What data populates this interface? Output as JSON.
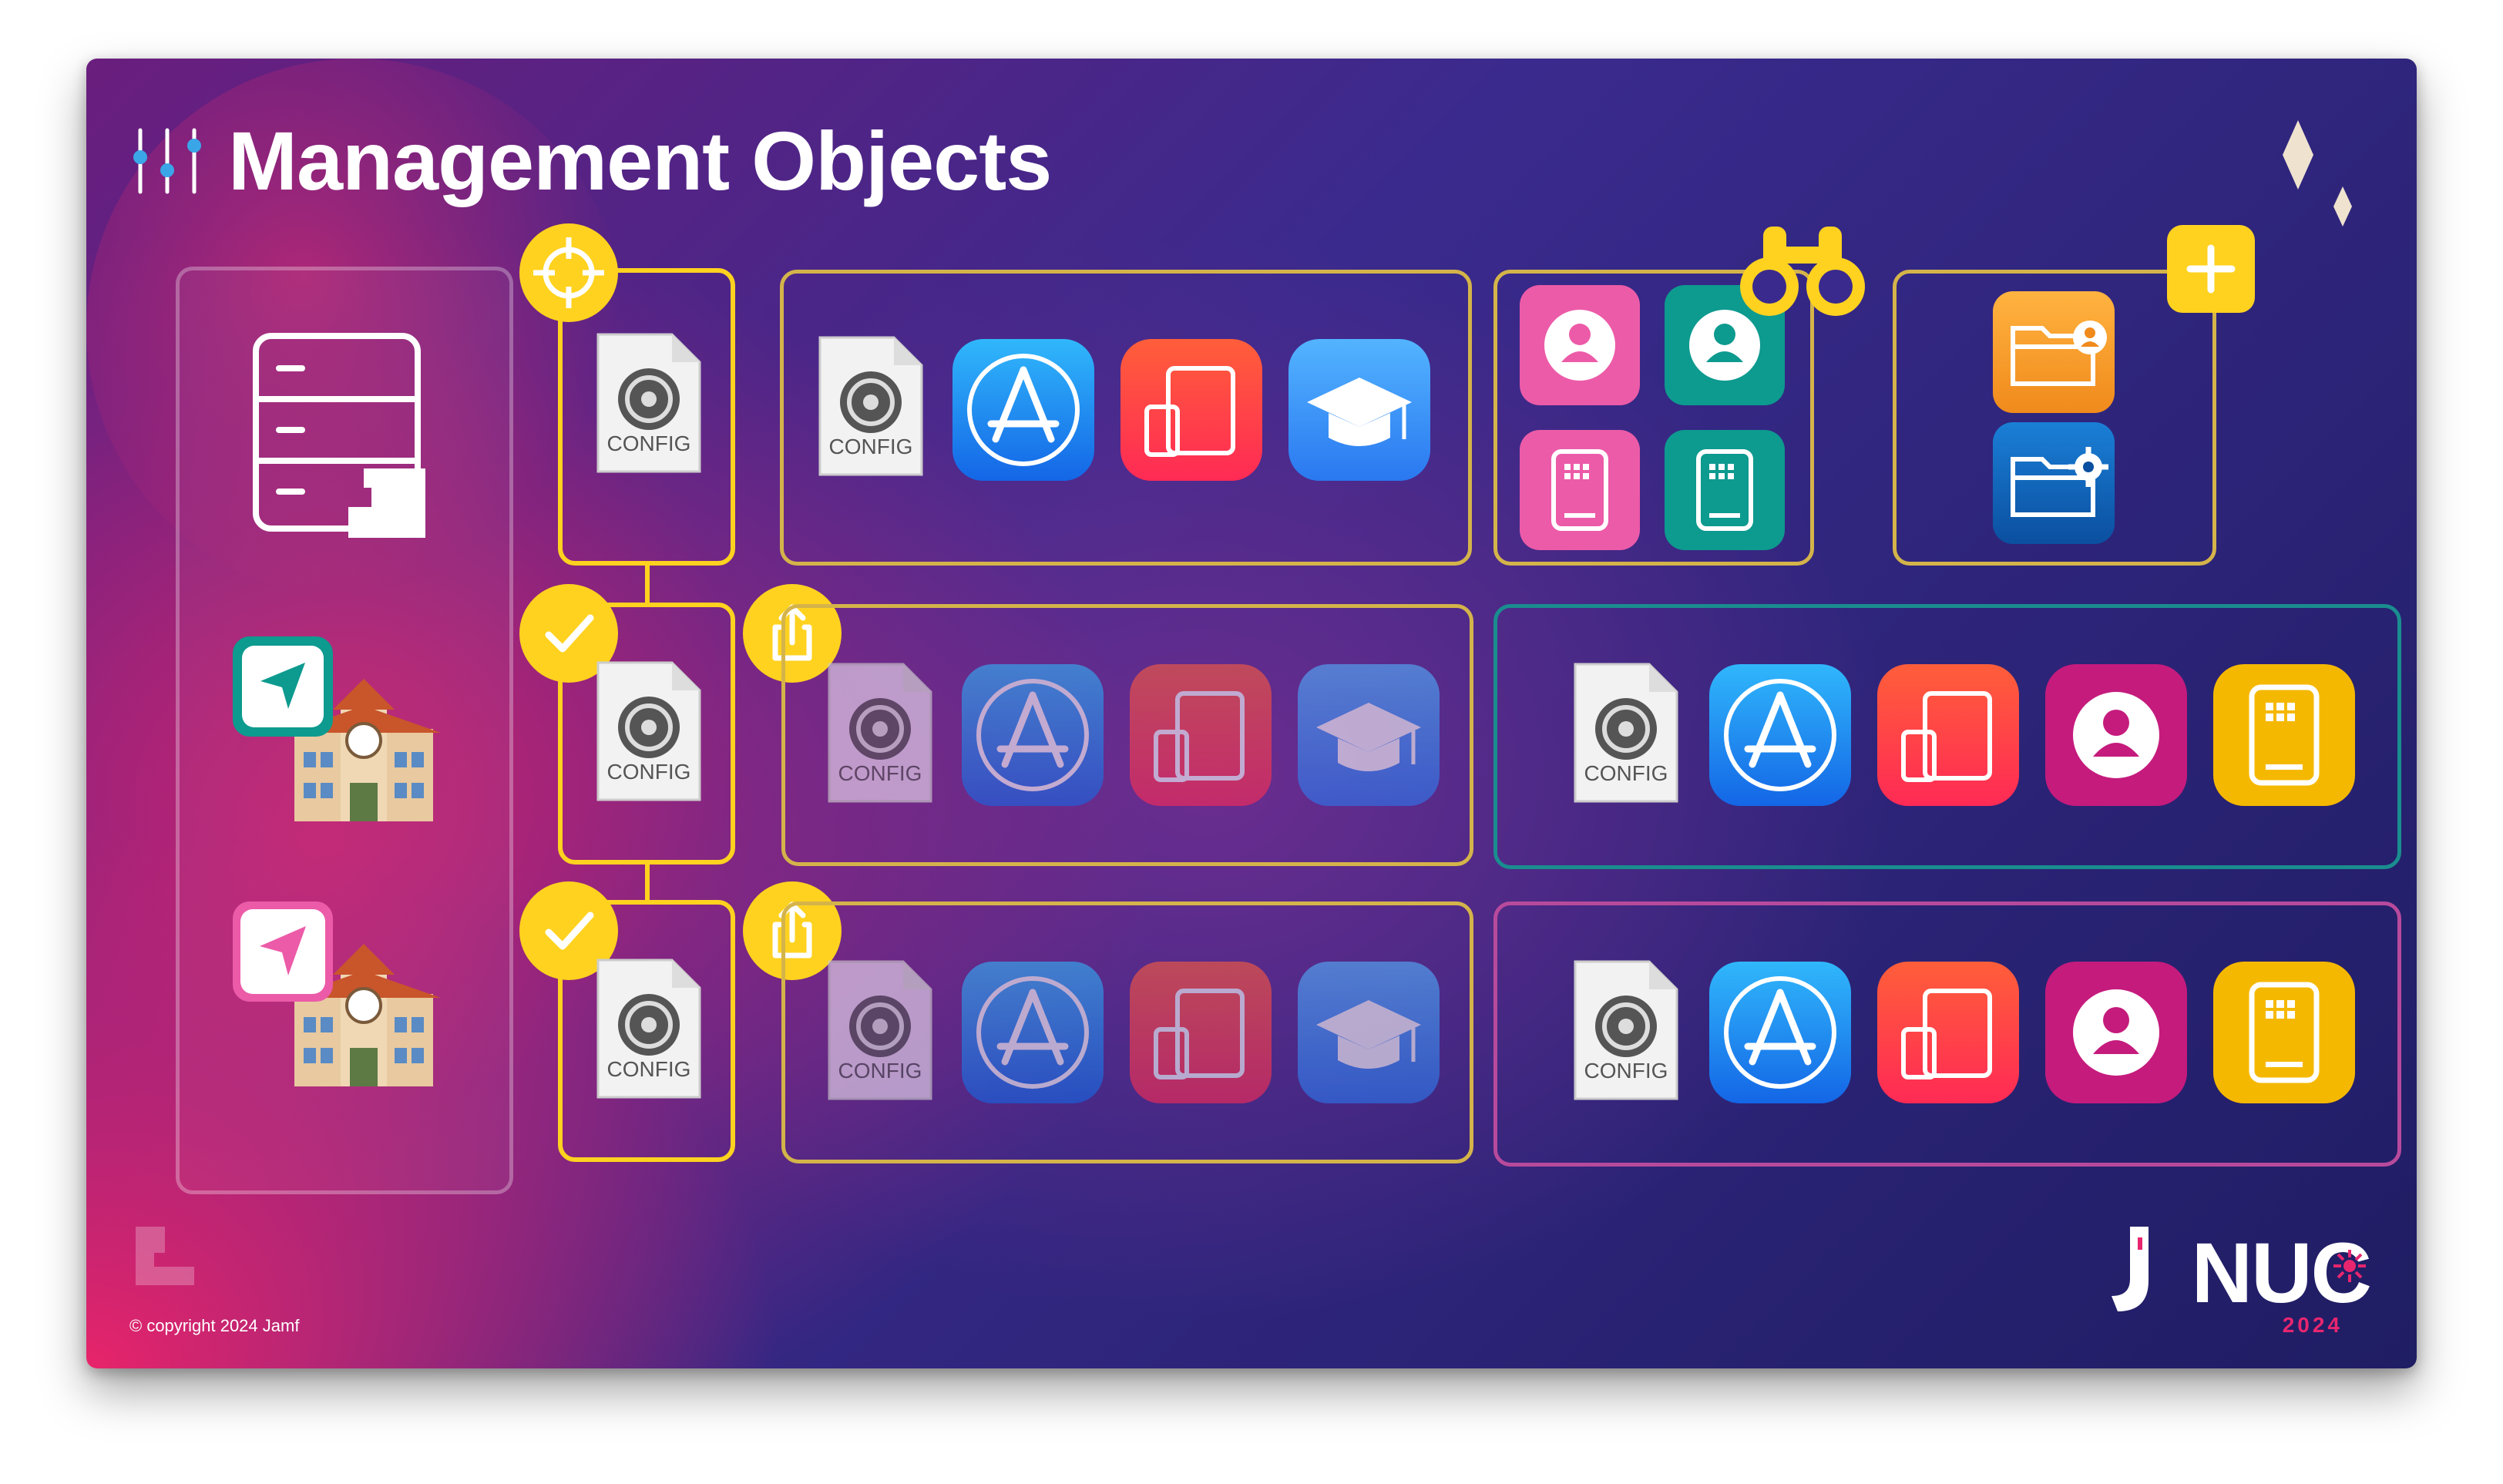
{
  "slide": {
    "title": "Management Objects",
    "copyright": "© copyright 2024 Jamf",
    "brand_word": "NUC",
    "brand_year": "2024"
  },
  "config_label": "CONFIG",
  "colors": {
    "gold": "#d4b44a",
    "yellow": "#ffd21f",
    "teal": "#1a8d8f",
    "pink": "#b84a9c",
    "appstore_blue": "#1e88f0",
    "device_red": "#ff4b3a",
    "education_blue": "#3c7ff0",
    "user_pink": "#ec5ba8",
    "user_teal": "#0d9a8f",
    "user_magenta": "#c51b7d",
    "device_yellow": "#f5b800",
    "folder_orange": "#f7a533",
    "folder_blue": "#0f5fb5"
  },
  "icons": [
    "server-jamf-icon",
    "location-arrow-icon",
    "school-building-icon",
    "crosshair-icon",
    "checkmark-icon",
    "share-icon",
    "config-profile-icon",
    "app-store-icon",
    "devices-icon",
    "graduation-cap-icon",
    "user-icon",
    "device-tablet-icon",
    "binoculars-icon",
    "plus-icon",
    "user-folder-icon",
    "settings-folder-icon",
    "sparkle-icon",
    "jamf-logo-icon"
  ]
}
